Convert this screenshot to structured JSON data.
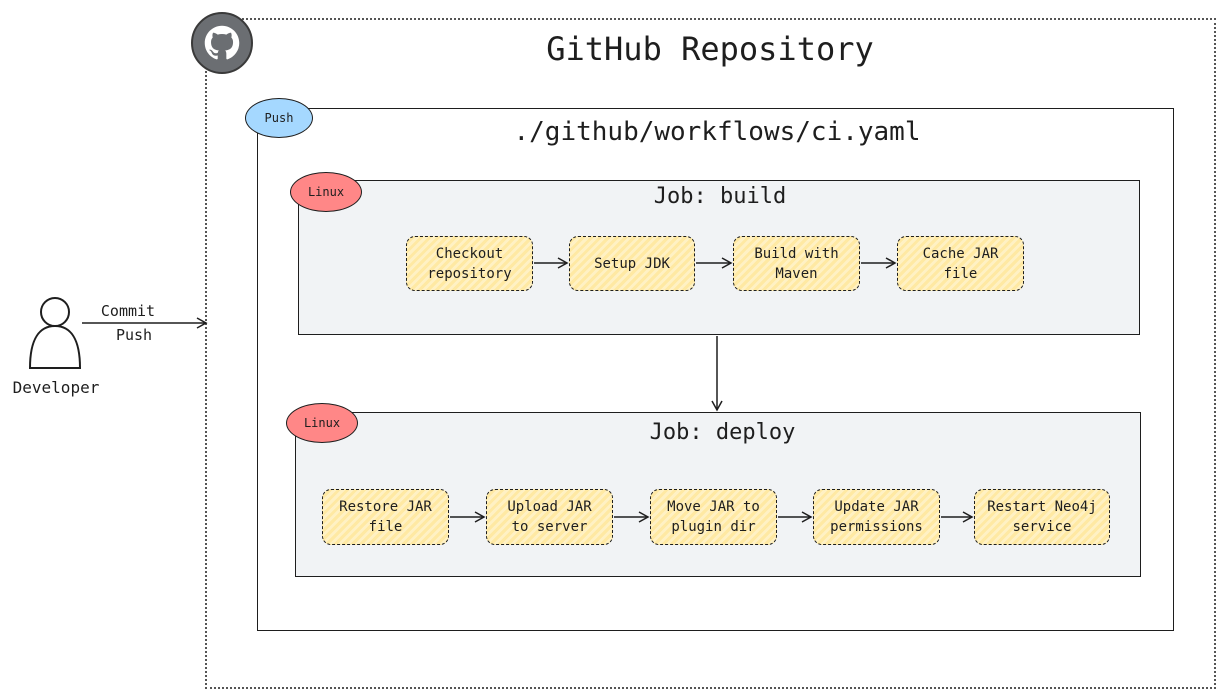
{
  "repo": {
    "title": "GitHub Repository",
    "icon": "github-icon"
  },
  "trigger": {
    "label": "Push"
  },
  "workflow": {
    "title": "./github/workflows/ci.yaml"
  },
  "developer": {
    "label": "Developer",
    "arrow_line1": "Commit",
    "arrow_line2": "Push",
    "icon": "person-icon"
  },
  "jobs": {
    "build": {
      "title": "Job: build",
      "runner": "Linux",
      "steps": [
        "Checkout\nrepository",
        "Setup JDK",
        "Build with\nMaven",
        "Cache JAR\nfile"
      ]
    },
    "deploy": {
      "title": "Job: deploy",
      "runner": "Linux",
      "steps": [
        "Restore JAR\nfile",
        "Upload JAR\nto server",
        "Move JAR to\nplugin dir",
        "Update JAR\npermissions",
        "Restart Neo4j\nservice"
      ]
    }
  },
  "colors": {
    "step_fill": "#ffec99",
    "trigger_pill": "#a5d8ff",
    "runner_pill": "#ff8787",
    "job_bg": "#f1f3f5",
    "github_circle": "#6b6e72"
  }
}
